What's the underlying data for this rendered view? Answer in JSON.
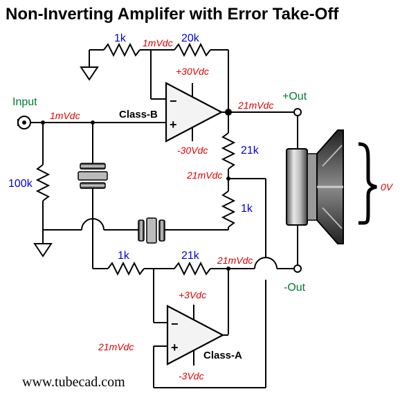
{
  "title": "Non-Inverting Amplifer with Error Take-Off",
  "website": "www.tubecad.com",
  "labels": {
    "input": "Input",
    "out_plus": "+Out",
    "out_minus": "-Out",
    "class_b": "Class-B",
    "class_a": "Class-A",
    "speaker_v": "0V"
  },
  "resistors": {
    "r_ground_top": "1k",
    "r_feedback_top": "20k",
    "r_input": "100k",
    "r_sense_upper": "21k",
    "r_sense_lower": "1k",
    "r_a_input": "1k",
    "r_a_feedback": "21k"
  },
  "voltages": {
    "top_node": "1mVdc",
    "input_node": "1mVdc",
    "classb_vplus": "+30Vdc",
    "classb_vminus": "-30Vdc",
    "out_node": "21mVdc",
    "sense_node": "21mVdc",
    "a_fb_node": "21mVdc",
    "a_input_node": "21mVdc",
    "classa_vplus": "+3Vdc",
    "classa_vminus": "-3Vdc"
  },
  "opamp_pins": {
    "minus": "−",
    "plus": "+"
  },
  "colors": {
    "resistor_label": "#0000dd",
    "voltage_label": "#dd0000",
    "terminal_label": "#007a2e"
  }
}
